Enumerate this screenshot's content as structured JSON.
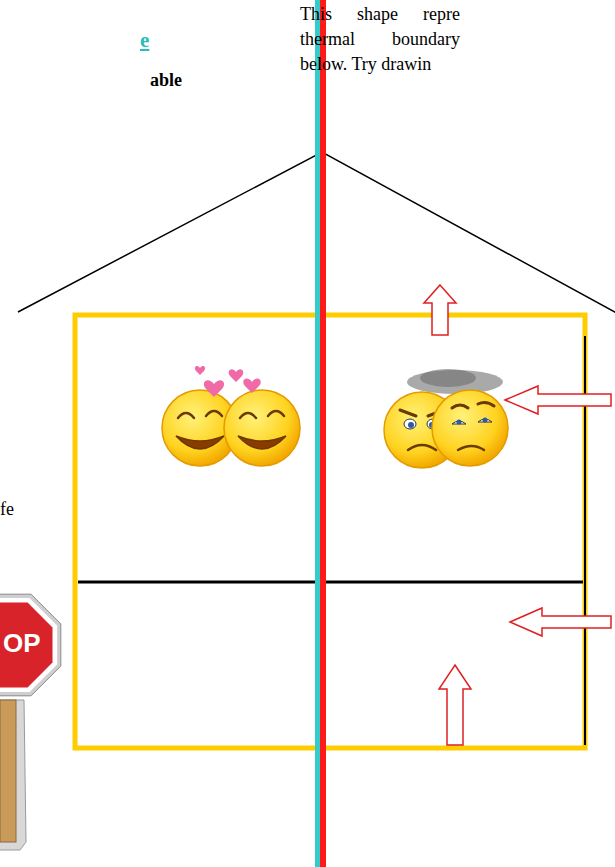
{
  "diagram": {
    "nodes": [
      {
        "text": [
          "OP"
        ]
      }
    ],
    "labels": [
      "e",
      "able",
      "This shape repre thermal boundary below. Try drawin",
      "fe"
    ]
  }
}
